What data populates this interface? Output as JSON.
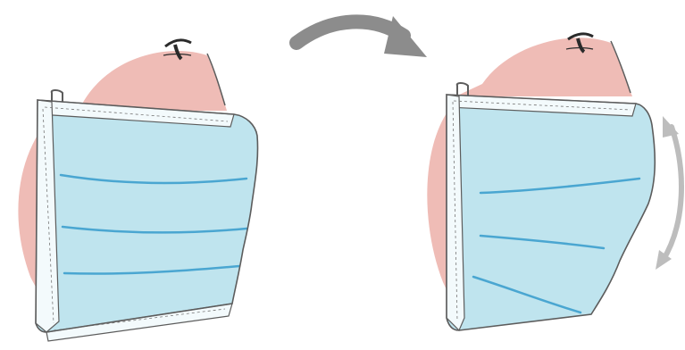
{
  "figure": {
    "panels": [
      {
        "id": "before",
        "state": "mask-folded"
      },
      {
        "id": "after",
        "state": "mask-unfolded"
      }
    ],
    "transition_arrow": {
      "direction": "left-to-right",
      "icon": "curved-arrow-icon"
    },
    "stretch_indicator": {
      "icon": "double-curved-arrow-icon",
      "axis": "vertical"
    }
  },
  "colors": {
    "skin": "#efbcb6",
    "skin_light": "#f7d5d0",
    "mask": "#bfe4ee",
    "mask_light": "#d6eef4",
    "pleat": "#4aa6d1",
    "outline": "#5c5c5c",
    "arrow": "#8c8c8c",
    "stretch_arrow": "#bdbdbd"
  }
}
